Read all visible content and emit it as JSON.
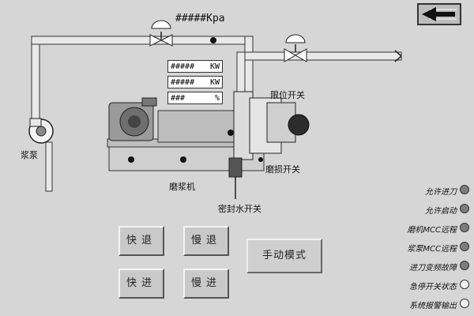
{
  "pressure_text": "#####Kpa",
  "readouts": [
    {
      "value": "#####",
      "unit": "KW"
    },
    {
      "value": "#####",
      "unit": "KW"
    },
    {
      "value": "###",
      "unit": "%"
    }
  ],
  "labels": {
    "pump": "浆泵",
    "refiner": "磨浆机",
    "limit_switch": "限位开关",
    "wear_switch": "磨损开关",
    "seal_water_switch": "密封水开关"
  },
  "buttons": {
    "fast_retreat": "快退",
    "slow_retreat": "慢退",
    "fast_advance": "快进",
    "slow_advance": "慢进",
    "manual_mode": "手动模式"
  },
  "status": [
    {
      "label": "允许进刀",
      "lamp": "#7d7d7d"
    },
    {
      "label": "允许启动",
      "lamp": "#7d7d7d"
    },
    {
      "label": "磨机MCC远程",
      "lamp": "#7d7d7d"
    },
    {
      "label": "浆泵MCC远程",
      "lamp": "#7d7d7d"
    },
    {
      "label": "进刀变频故障",
      "lamp": "#7d7d7d"
    },
    {
      "label": "急停开关状态",
      "lamp": "#f2f2f2"
    },
    {
      "label": "系统报警输出",
      "lamp": "#f2f2f2"
    }
  ],
  "icons": {
    "back": "left-arrow-icon",
    "valve": "valve-icon",
    "pump": "centrifugal-pump-icon",
    "motor": "motor-icon"
  }
}
